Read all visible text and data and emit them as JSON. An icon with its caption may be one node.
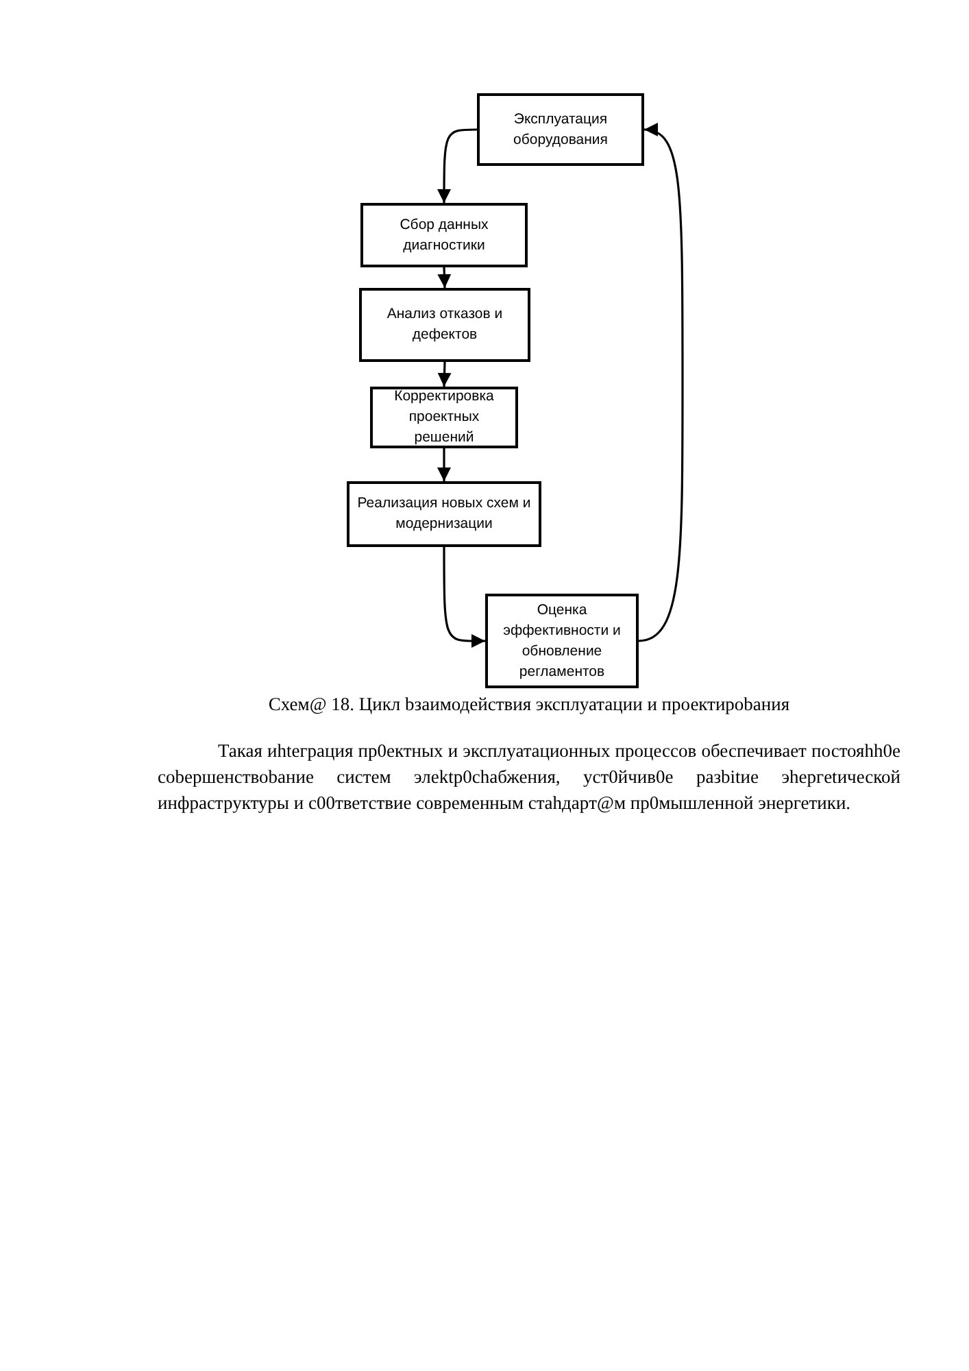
{
  "diagram": {
    "caption": "Схем@ 18. Цикл bзаимодействия эксплуатации и проектироbaния",
    "nodes": [
      {
        "text": [
          "Эксплуатация оборудования"
        ]
      },
      {
        "text": [
          "Сбор данных диагностики"
        ]
      },
      {
        "text": [
          "Анализ отказов и дефектов"
        ]
      },
      {
        "text": [
          "Корректировка проектных решений"
        ]
      },
      {
        "text": [
          "Реализация новых схем и модернизации"
        ]
      },
      {
        "text": [
          "Оценка эффективности и обновление регламентов"
        ]
      }
    ],
    "edges": [
      {
        "from": 0,
        "to": 1,
        "arrow": "to"
      },
      {
        "from": 1,
        "to": 2,
        "arrow": "to"
      },
      {
        "from": 2,
        "to": 3,
        "arrow": "to"
      },
      {
        "from": 3,
        "to": 4,
        "arrow": "to"
      },
      {
        "from": 4,
        "to": 5,
        "arrow": "to"
      },
      {
        "from": 5,
        "to": 0,
        "arrow": "to"
      }
    ],
    "labels": [
      "Такая иhtеграция пр0ектных и эксплуатaционных процессов обеспечивает постояhh0е cobершенствоbание систем элektp0chaбжения, уст0йчив0е разbitие эhергetической инфраструктуры и c00тветствие cовременным стahдapт@м пр0мышленной энергетики."
    ]
  }
}
